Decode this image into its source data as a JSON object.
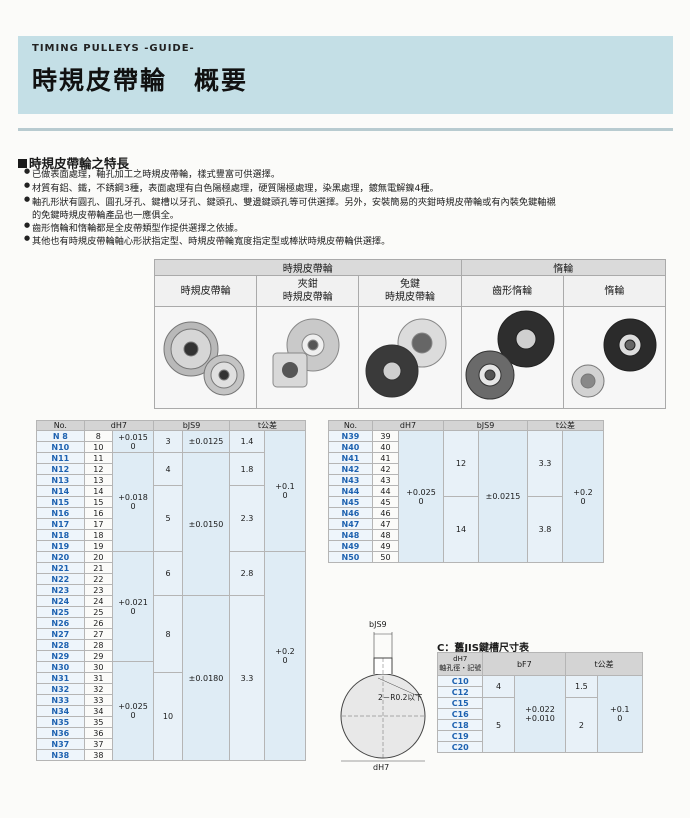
{
  "header": {
    "subtitle": "TIMING PULLEYS -GUIDE-",
    "title": "時規皮帶輪　概要"
  },
  "features": {
    "title": "時規皮帶輪之特長",
    "items": [
      "已做表面處理，軸孔加工之時規皮帶輪，樣式豐富可供選擇。",
      "材質有鋁、鐵，不銹鋼3種，表面處理有白色陽極處理，硬質陽極處理，染黑處理，鍍無電解鎳4種。",
      "軸孔形狀有圓孔、圓孔牙孔、鍵槽以牙孔、鍵頭孔、雙邊鍵頭孔等可供選擇。另外，安裝簡易的夾鉗時規皮帶輪或有內裝免鍵軸襯",
      "的免鍵時規皮帶輪產品也一應俱全。",
      "齒形惰輪和惰輪都是全皮帶類型作提供選擇之依據。",
      "其他也有時規皮帶輪軸心形狀指定型、時規皮帶輪寬度指定型或棒狀時規皮帶輪供選擇。"
    ]
  },
  "pulley_table": {
    "group1": "時規皮帶輪",
    "group2": "惰輪",
    "cols": [
      "時規皮帶輪",
      "夾鉗\n時規皮帶輪",
      "免鍵\n時規皮帶輪",
      "齒形惰輪",
      "惰輪"
    ]
  },
  "left_table": {
    "headers": [
      "No.",
      "dH7",
      "bJS9",
      "t公差"
    ],
    "nos": [
      "N 8",
      "N10",
      "N11",
      "N12",
      "N13",
      "N14",
      "N15",
      "N16",
      "N17",
      "N18",
      "N19",
      "N20",
      "N21",
      "N22",
      "N23",
      "N24",
      "N25",
      "N26",
      "N27",
      "N28",
      "N29",
      "N30",
      "N31",
      "N32",
      "N33",
      "N34",
      "N35",
      "N36",
      "N37",
      "N38"
    ],
    "ds": [
      "8",
      "10",
      "11",
      "12",
      "13",
      "14",
      "15",
      "16",
      "17",
      "18",
      "19",
      "20",
      "21",
      "22",
      "23",
      "24",
      "25",
      "26",
      "27",
      "28",
      "29",
      "30",
      "31",
      "32",
      "33",
      "34",
      "35",
      "36",
      "37",
      "38"
    ],
    "d_tol": [
      "+0.015\n0",
      "+0.018\n0",
      "+0.021\n0",
      "+0.025\n0"
    ],
    "b": [
      "3",
      "4",
      "5",
      "6",
      "8",
      "10"
    ],
    "b_tol": [
      "±0.0125",
      "±0.0150",
      "±0.0180"
    ],
    "t": [
      "1.4",
      "1.8",
      "2.3",
      "2.8",
      "3.3"
    ],
    "t_tol": [
      "+0.1\n0",
      "+0.2\n0"
    ]
  },
  "right_table": {
    "headers": [
      "No.",
      "dH7",
      "bJS9",
      "t公差"
    ],
    "nos": [
      "N39",
      "N40",
      "N41",
      "N42",
      "N43",
      "N44",
      "N45",
      "N46",
      "N47",
      "N48",
      "N49",
      "N50"
    ],
    "ds": [
      "39",
      "40",
      "41",
      "42",
      "43",
      "44",
      "45",
      "46",
      "47",
      "48",
      "49",
      "50"
    ],
    "d_tol": "+0.025\n0",
    "b": [
      "12",
      "14"
    ],
    "b_tol": "±0.0215",
    "t": [
      "3.3",
      "3.8"
    ],
    "t_tol": "+0.2\n0"
  },
  "diagram": {
    "b_label": "bJS9",
    "r_label": "2－R0.2以下",
    "d_label": "dH7"
  },
  "c_table": {
    "title": "C：舊JIS鍵槽尺寸表",
    "headers": [
      "dH7\n軸孔徑・記號",
      "bF7",
      "t公差"
    ],
    "codes": [
      "C10",
      "C12",
      "C15",
      "C16",
      "C18",
      "C19",
      "C20"
    ],
    "b": [
      "4",
      "5"
    ],
    "b_tol": "+0.022\n+0.010",
    "t": [
      "1.5",
      "2"
    ],
    "t_tol": "+0.1\n0"
  }
}
